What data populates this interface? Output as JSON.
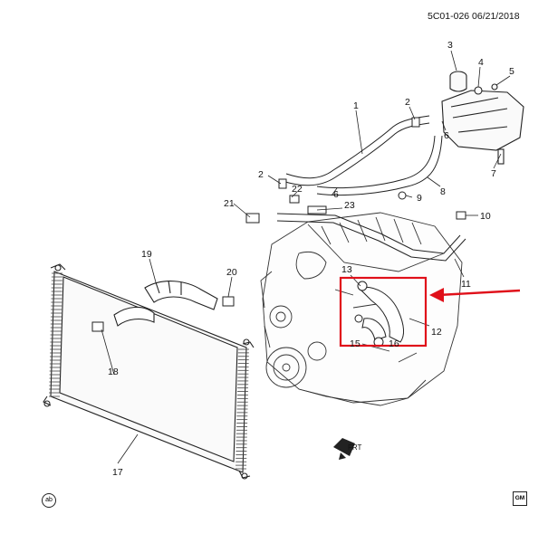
{
  "header": {
    "reference": "5C01-026  06/21/2018"
  },
  "callouts": [
    "1",
    "2",
    "2",
    "3",
    "4",
    "5",
    "6",
    "6",
    "7",
    "8",
    "9",
    "10",
    "11",
    "12",
    "13",
    "15",
    "16",
    "17",
    "18",
    "19",
    "20",
    "21",
    "22",
    "23"
  ],
  "direction_label": "FRT",
  "footer": {
    "badge": "ab",
    "logo": "GM"
  },
  "colors": {
    "highlight": "#e0101a",
    "line": "#222222"
  }
}
